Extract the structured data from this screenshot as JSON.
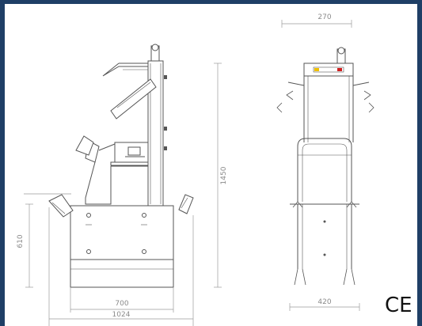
{
  "diagram": {
    "front_view": {
      "dims": {
        "overall_height": "1450",
        "base_height": "610",
        "base_width": "700",
        "overall_width": "1024"
      }
    },
    "side_view": {
      "dims": {
        "top_width": "270",
        "bottom_width": "420"
      }
    },
    "mark": "CE",
    "colors": {
      "frame": "#1f3f66",
      "line": "#555555",
      "dim_line": "#9a9a9a",
      "panel_light_yellow": "#f0c000",
      "panel_light_red": "#d02020"
    }
  }
}
